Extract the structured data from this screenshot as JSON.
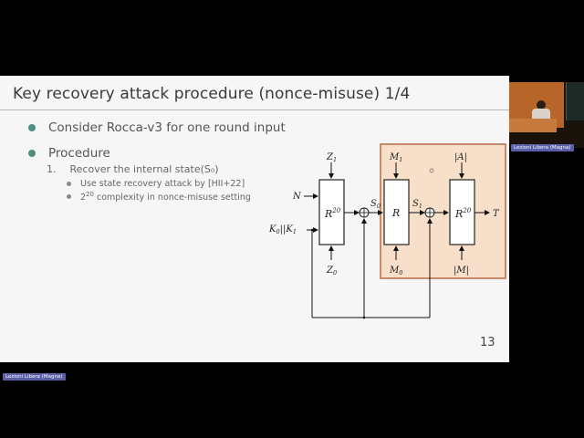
{
  "slide": {
    "title": "Key recovery attack procedure (nonce-misuse) 1/4",
    "bullets": [
      {
        "text": "Consider Rocca-v3 for one round input"
      },
      {
        "text": "Procedure"
      }
    ],
    "steps": [
      {
        "number": "1.",
        "text": "Recover  the internal state(S₀)",
        "sub_bullets": [
          {
            "text": "Use state recovery attack by [HII+22]"
          },
          {
            "text_prefix": "2",
            "superscript": "20",
            "text": " complexity in nonce-misuse setting"
          }
        ]
      }
    ],
    "page_number": "13",
    "colors": {
      "accent_bullet": "#4a8f82",
      "highlight_fill": "#f7dfca",
      "highlight_border": "#b8754a"
    }
  },
  "diagram": {
    "inputs": {
      "N": "N",
      "K": "K₀||K₁",
      "Z1": "Z₁",
      "Z0": "Z₀",
      "M1": "M₁",
      "M0": "M₀",
      "A": "|A|",
      "M": "|M|"
    },
    "blocks": [
      {
        "label": "R",
        "sup": "20"
      },
      {
        "label": "R",
        "sup": ""
      },
      {
        "label": "R",
        "sup": "20"
      }
    ],
    "states": {
      "S0": "S₀",
      "S1": "S₁"
    },
    "output": "T"
  },
  "video_overlay": {
    "speaker_label": "Lezioni Libera (Magna)",
    "bottom_label": "Lezioni Libera (Magna)"
  }
}
